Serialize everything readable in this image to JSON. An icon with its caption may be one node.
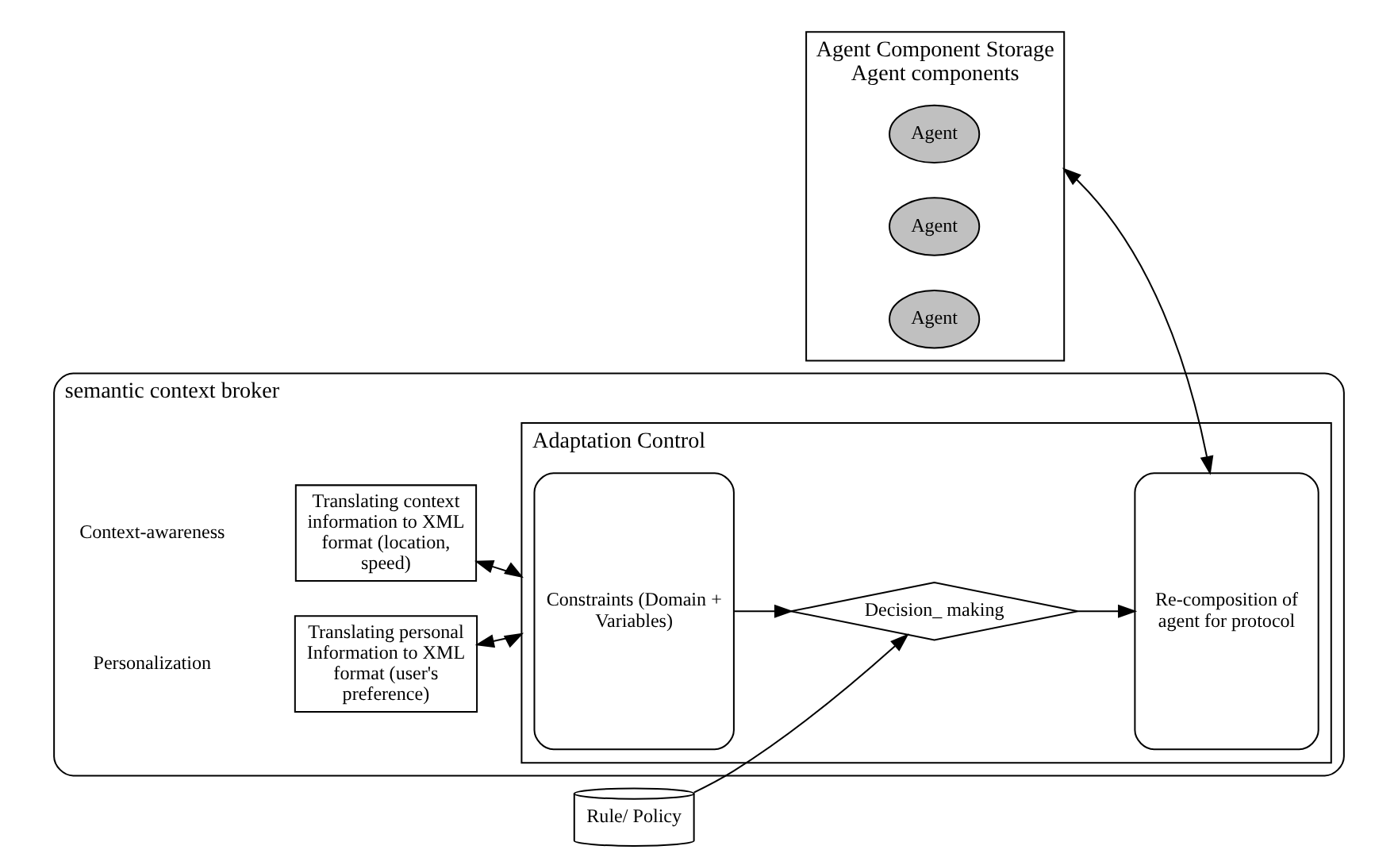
{
  "diagram": {
    "nodes": [
      {
        "text": [
          "Agent Component Storage",
          "Agent components"
        ]
      },
      {
        "text": [
          "Agent"
        ],
        "in": 0
      },
      {
        "text": [
          "Agent"
        ],
        "in": 0
      },
      {
        "text": [
          "Agent"
        ],
        "in": 0
      },
      {
        "text": [
          "Rule/ Policy"
        ]
      },
      {
        "text": [
          "semantic context broker"
        ]
      },
      {
        "text": [
          "Translating context information to XML format (location, speed)"
        ],
        "in": 5
      },
      {
        "text": [
          "Translating personal Information to XML format (user's preference)"
        ],
        "in": 5
      },
      {
        "text": [
          "Adaptation Control"
        ],
        "in": 5
      },
      {
        "text": [
          "Constraints (Domain + Variables)"
        ],
        "in": 8
      },
      {
        "text": [
          "Decision_ making"
        ],
        "in": 8
      },
      {
        "text": [
          "Re-composition of agent for protocol"
        ],
        "in": 8
      }
    ],
    "edges": [
      {
        "from": 6,
        "to": 8,
        "arrow": "both"
      },
      {
        "from": 7,
        "to": 8,
        "arrow": "both"
      },
      {
        "from": 9,
        "to": 10,
        "arrow": "to"
      },
      {
        "from": 10,
        "to": 11,
        "arrow": "to"
      },
      {
        "from": 4,
        "to": 10,
        "arrow": "to"
      },
      {
        "from": 0,
        "to": 11,
        "arrow": "both"
      }
    ],
    "labels": [
      "Context-awareness",
      "Personalization"
    ]
  }
}
